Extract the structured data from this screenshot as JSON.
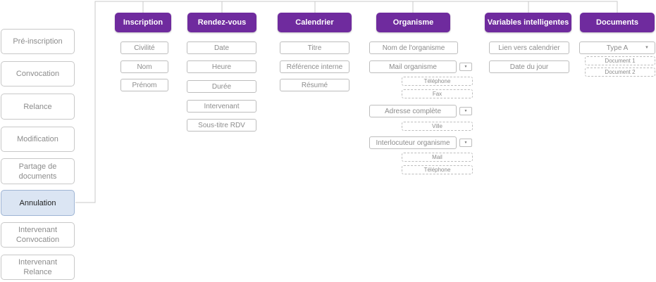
{
  "sidebar": {
    "items": [
      {
        "label": "Pré-inscription"
      },
      {
        "label": "Convocation"
      },
      {
        "label": "Relance"
      },
      {
        "label": "Modification"
      },
      {
        "label": "Partage de\ndocuments"
      },
      {
        "label": "Annulation",
        "active": true
      },
      {
        "label": "Intervenant\nConvocation"
      },
      {
        "label": "Intervenant\nRelance"
      }
    ]
  },
  "columns": {
    "inscription": {
      "title": "Inscription",
      "fields": [
        "Civilité",
        "Nom",
        "Prénom"
      ]
    },
    "rendezvous": {
      "title": "Rendez-vous",
      "fields": [
        "Date",
        "Heure",
        "Durée",
        "Intervenant",
        "Sous-titre RDV"
      ]
    },
    "calendrier": {
      "title": "Calendrier",
      "fields": [
        "Titre",
        "Référence interne",
        "Résumé"
      ]
    },
    "organisme": {
      "title": "Organisme",
      "nom": "Nom de l'organisme",
      "mail": {
        "label": "Mail organisme",
        "subs": [
          "Téléphone",
          "Fax"
        ]
      },
      "adresse": {
        "label": "Adresse complète",
        "subs": [
          "Ville"
        ]
      },
      "interlocuteur": {
        "label": "Interlocuteur organisme",
        "subs": [
          "Mail",
          "Téléphone"
        ]
      },
      "dropdown_glyph": "▼"
    },
    "variables": {
      "title": "Variables intelligentes",
      "fields": [
        "Lien vers calendrier",
        "Date du jour"
      ]
    },
    "documents": {
      "title": "Documents",
      "select": {
        "value": "Type A",
        "caret": "▼"
      },
      "subs": [
        "Document 1",
        "Document 2"
      ]
    }
  },
  "colors": {
    "header_bg": "#6f2b9e",
    "active_bg": "#dbe5f3",
    "border": "#bdbdbd",
    "connector": "#c8c8c8"
  }
}
